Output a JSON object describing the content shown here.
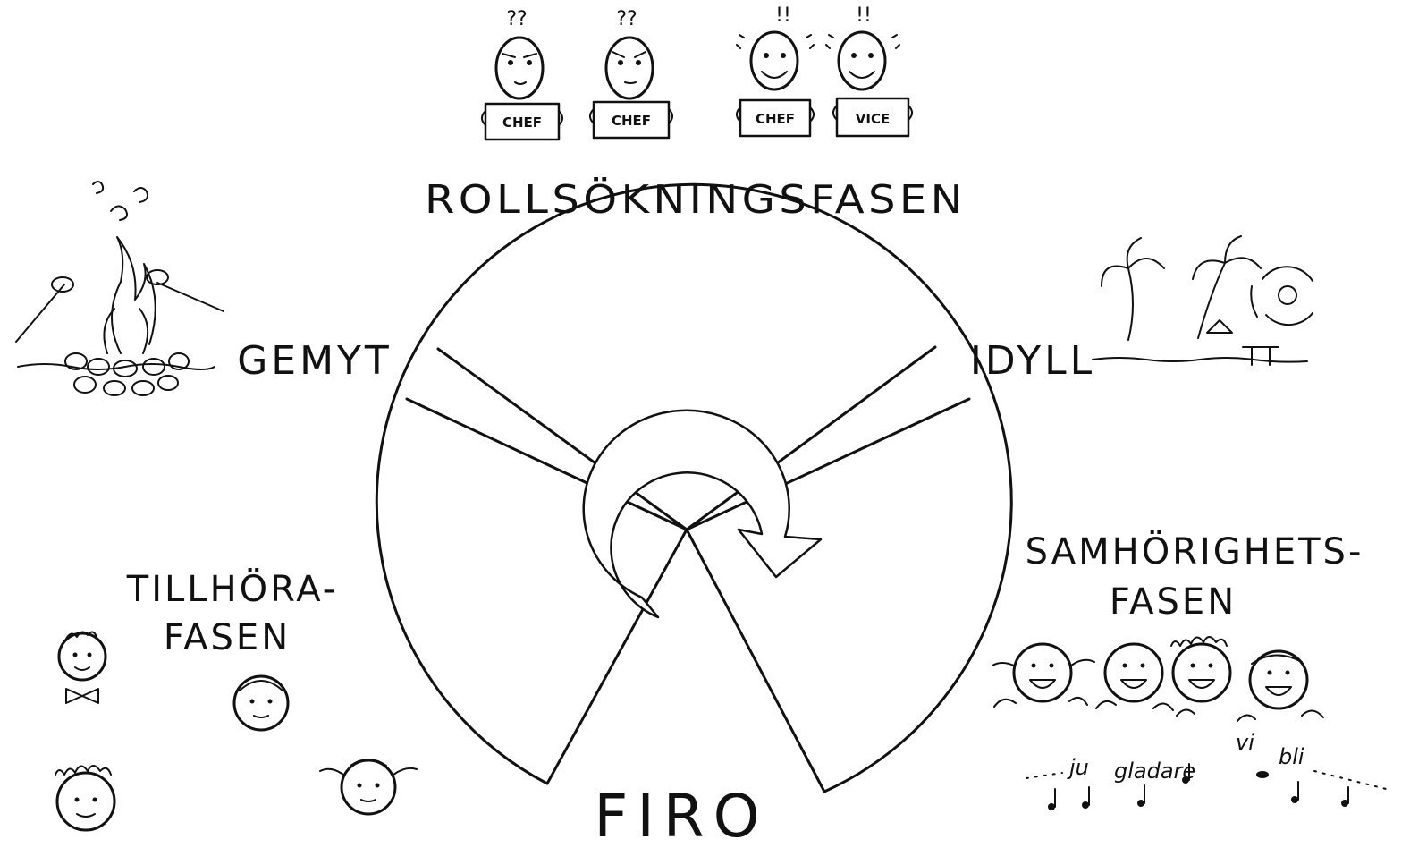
{
  "title": "FIRO",
  "phases": {
    "role_seeking": "ROLLSÖKNINGSFASEN",
    "belonging_line1": "TILLHÖRA-",
    "belonging_line2": "FASEN",
    "cohesion_line1": "SAMHÖRIGHETS-",
    "cohesion_line2": "FASEN"
  },
  "moods": {
    "left": "GEMYT",
    "right": "IDYLL"
  },
  "signs": [
    "CHEF",
    "CHEF",
    "CHEF",
    "VICE"
  ],
  "marks": {
    "question": "??",
    "exclaim": "!!"
  },
  "song_words": [
    "ju",
    "gladare",
    "vi",
    "bli"
  ]
}
